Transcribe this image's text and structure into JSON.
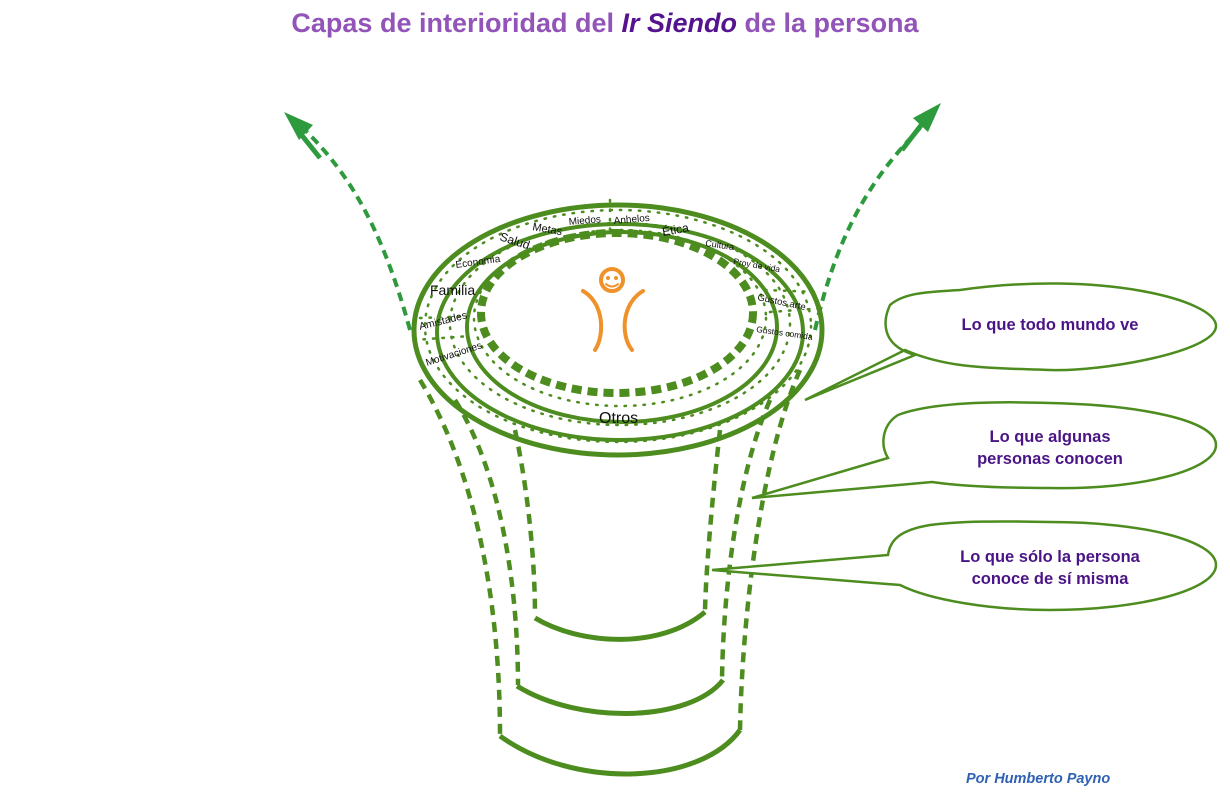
{
  "title": {
    "prefix": "Capas de interioridad del ",
    "emphasis": "Ir Siendo",
    "suffix": " de la persona"
  },
  "ring_labels": {
    "miedos": "Miedos",
    "anhelos": "Anhelos",
    "metas": "Metas",
    "etica": "Ética",
    "salud": "Salud",
    "cultura": "Cultura",
    "economia": "Economía",
    "proy_vida": "Proy de vida",
    "familia": "Familia",
    "gustos_arte": "Gustos arte",
    "amistades": "Amistades",
    "gustos_comida": "Gustos comida",
    "motivaciones": "Motivaciones",
    "otros": "Otros"
  },
  "bubbles": {
    "visible": "Lo que todo mundo ve",
    "some_line1": "Lo que algunas",
    "some_line2": "personas conocen",
    "self_line1": "Lo que sólo la persona",
    "self_line2": "conoce de sí misma"
  },
  "credit": "Por Humberto Payno",
  "colors": {
    "ring_green": "#4d8c1f",
    "arrow_green": "#2e9a3e",
    "figure_orange": "#f0922a",
    "title_purple": "#9254b8",
    "bubble_text": "#4a1486",
    "credit_blue": "#2f62b4"
  },
  "icons": [
    "person-figure-icon",
    "arrow-up-left-icon",
    "arrow-up-right-icon"
  ]
}
